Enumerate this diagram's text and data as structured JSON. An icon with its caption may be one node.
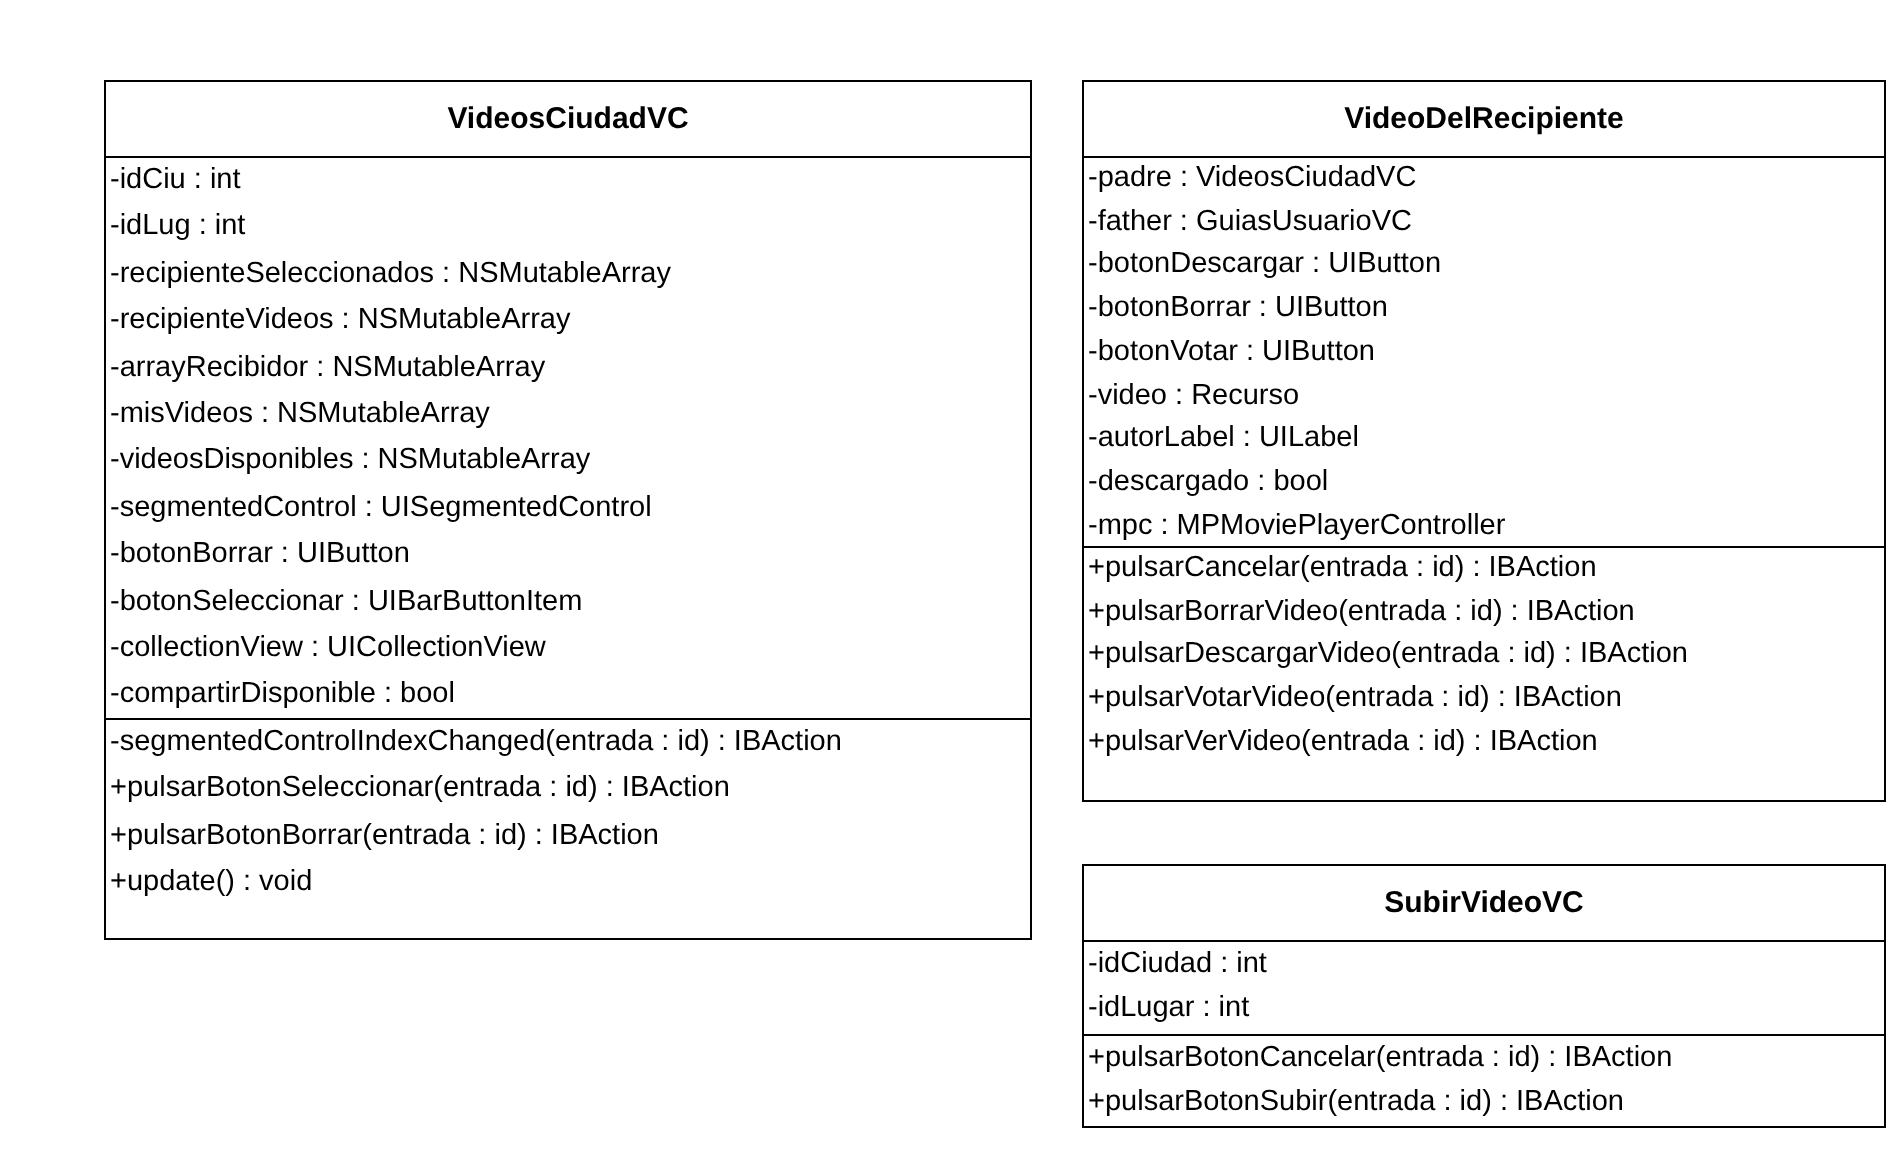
{
  "diagram": {
    "nodes": [
      {
        "text": [
          "VideosCiudadVC"
        ]
      },
      {
        "text": [
          "-idCiu : int",
          "-idLug : int",
          "-recipienteSeleccionados : NSMutableArray",
          "-recipienteVideos : NSMutableArray",
          "-arrayRecibidor : NSMutableArray",
          "-misVideos : NSMutableArray",
          "-videosDisponibles : NSMutableArray",
          "-segmentedControl : UISegmentedControl",
          "-botonBorrar : UIButton",
          "-botonSeleccionar : UIBarButtonItem",
          "-collectionView : UICollectionView",
          "-compartirDisponible : bool"
        ],
        "in": 0
      },
      {
        "text": [
          "-segmentedControlIndexChanged(entrada : id) : IBAction",
          "+pulsarBotonSeleccionar(entrada : id) : IBAction",
          "+pulsarBotonBorrar(entrada : id) : IBAction",
          "+update() : void"
        ],
        "in": 0
      },
      {
        "text": [
          "VideoDelRecipiente"
        ]
      },
      {
        "text": [
          "-padre : VideosCiudadVC",
          "-father : GuiasUsuarioVC",
          "-botonDescargar : UIButton",
          "-botonBorrar : UIButton",
          "-botonVotar : UIButton",
          "-video : Recurso",
          "-autorLabel : UILabel",
          "-descargado : bool",
          "-mpc : MPMoviePlayerController"
        ],
        "in": 3
      },
      {
        "text": [
          "+pulsarCancelar(entrada : id) : IBAction",
          "+pulsarBorrarVideo(entrada : id) : IBAction",
          "+pulsarDescargarVideo(entrada : id) : IBAction",
          "+pulsarVotarVideo(entrada : id) : IBAction",
          "+pulsarVerVideo(entrada : id) : IBAction"
        ],
        "in": 3
      },
      {
        "text": [
          "SubirVideoVC"
        ]
      },
      {
        "text": [
          "-idCiudad : int",
          "-idLugar : int"
        ],
        "in": 6
      },
      {
        "text": [
          "+pulsarBotonCancelar(entrada : id) : IBAction",
          "+pulsarBotonSubir(entrada : id) : IBAction"
        ],
        "in": 6
      }
    ]
  }
}
